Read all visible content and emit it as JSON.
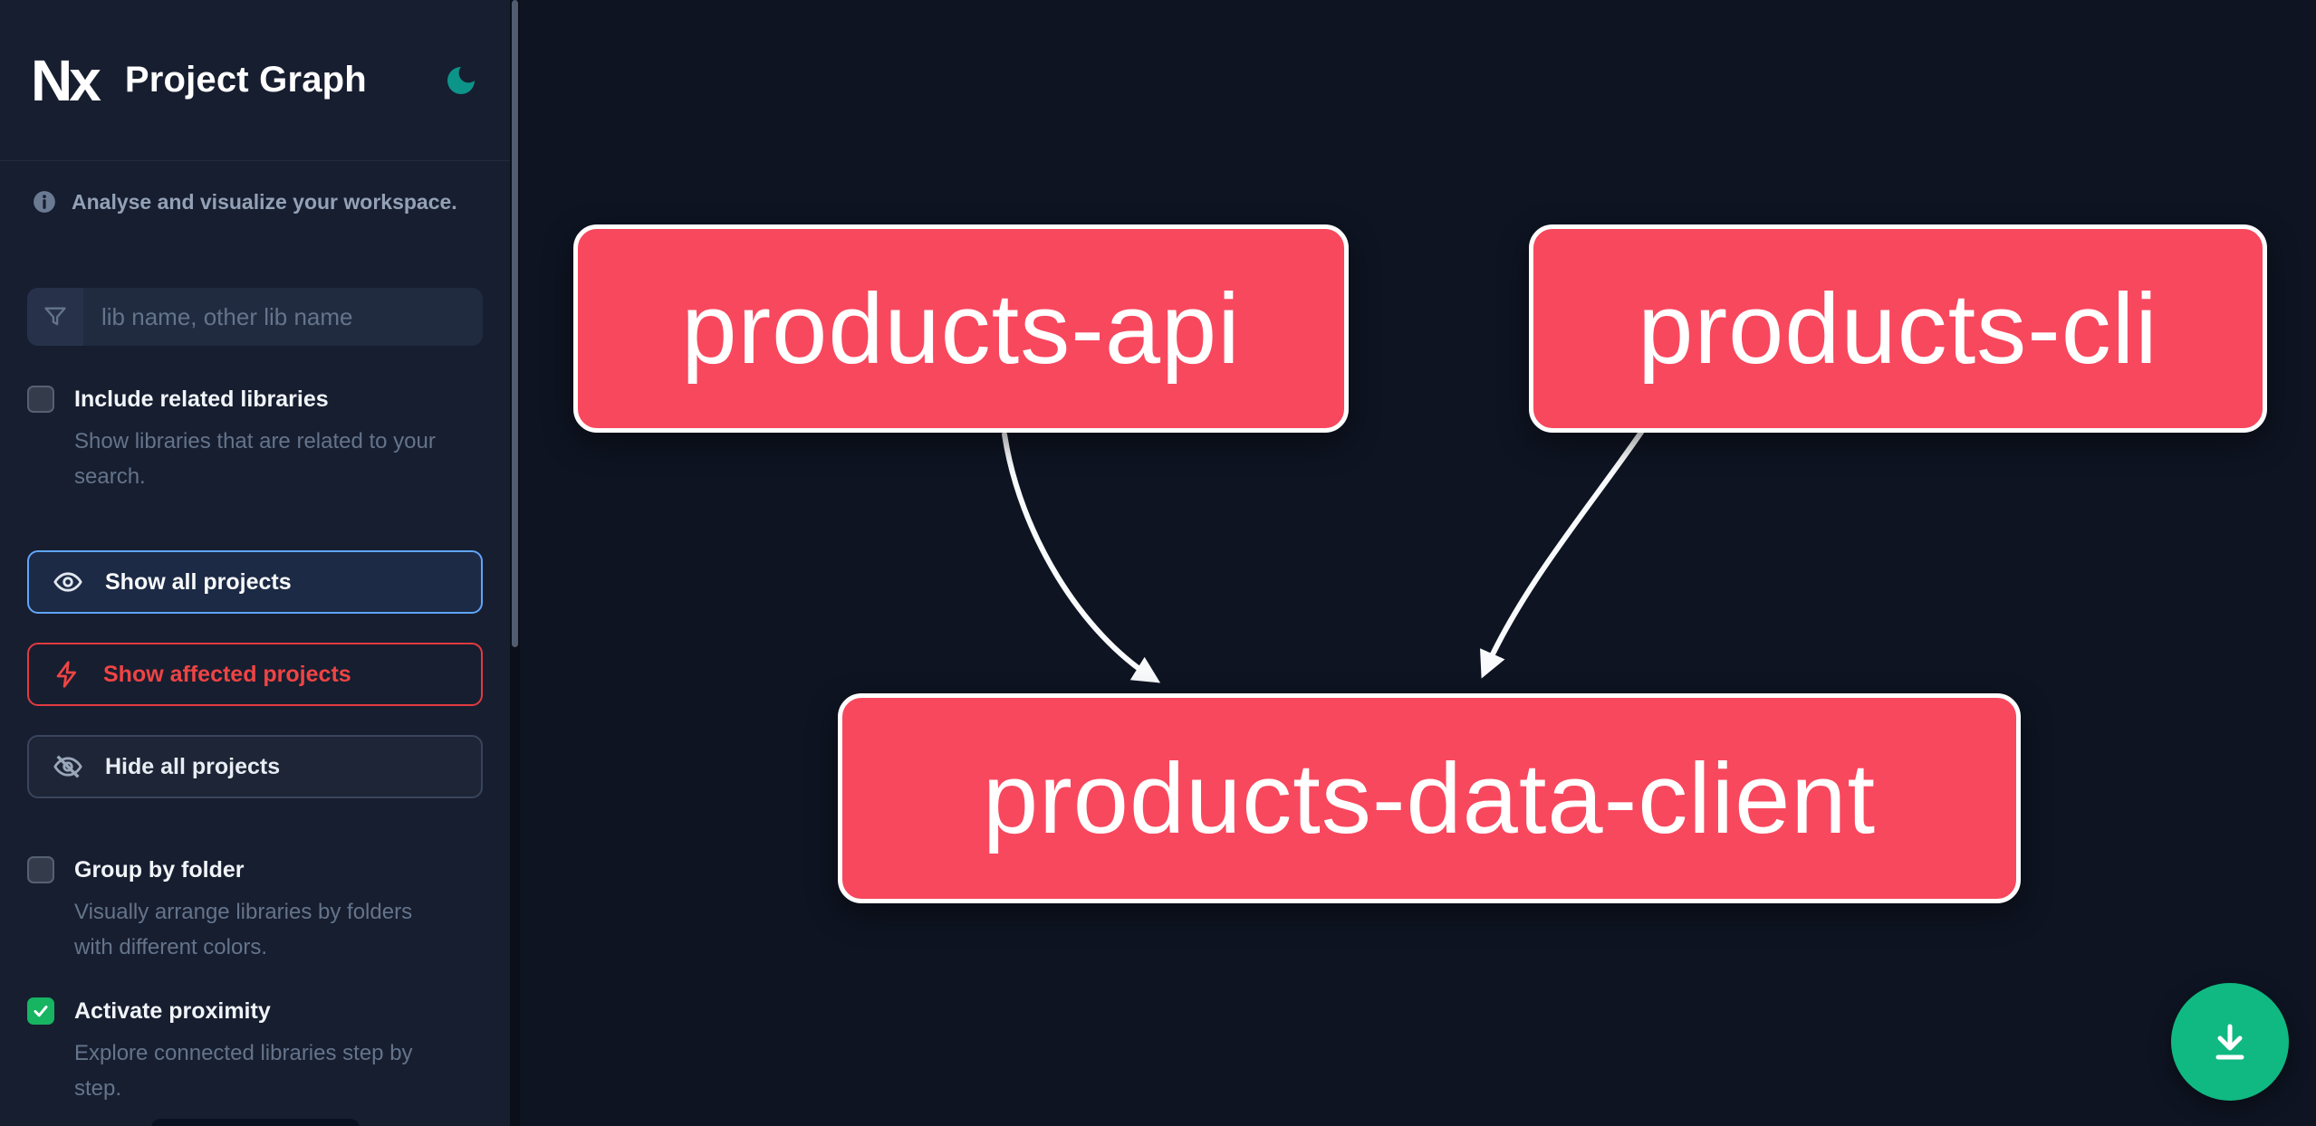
{
  "header": {
    "logo": "Nx",
    "title": "Project Graph"
  },
  "sidebar": {
    "tagline": "Analyse and visualize your workspace.",
    "search": {
      "placeholder": "lib name, other lib name"
    },
    "checkboxes": [
      {
        "label": "Include related libraries",
        "description": "Show libraries that are related to your search.",
        "checked": false
      },
      {
        "label": "Group by folder",
        "description": "Visually arrange libraries by folders with different colors.",
        "checked": false
      },
      {
        "label": "Activate proximity",
        "description": "Explore connected libraries step by step.",
        "checked": true
      }
    ],
    "buttons": [
      {
        "label": "Show all projects",
        "state": "selected"
      },
      {
        "label": "Show affected projects",
        "state": "affected"
      },
      {
        "label": "Hide all projects",
        "state": "default"
      }
    ]
  },
  "graph": {
    "nodes": [
      {
        "id": "products-api",
        "label": "products-api"
      },
      {
        "id": "products-cli",
        "label": "products-cli"
      },
      {
        "id": "products-data-client",
        "label": "products-data-client"
      }
    ],
    "edges": [
      {
        "from": "products-api",
        "to": "products-data-client"
      },
      {
        "from": "products-cli",
        "to": "products-data-client"
      }
    ]
  },
  "fab": {
    "icon": "download-icon"
  },
  "colors": {
    "sidebar_bg": "#171e30",
    "canvas_bg": "#0e1422",
    "node_fill": "#f8485e",
    "node_border": "#ffffff",
    "edge": "#f8fafc",
    "selected_button_border": "#60a5fa",
    "affected_red": "#ef4444",
    "checkbox_checked_green": "#17b462",
    "fab_green": "#10b981",
    "moon_teal": "#0d9488"
  }
}
